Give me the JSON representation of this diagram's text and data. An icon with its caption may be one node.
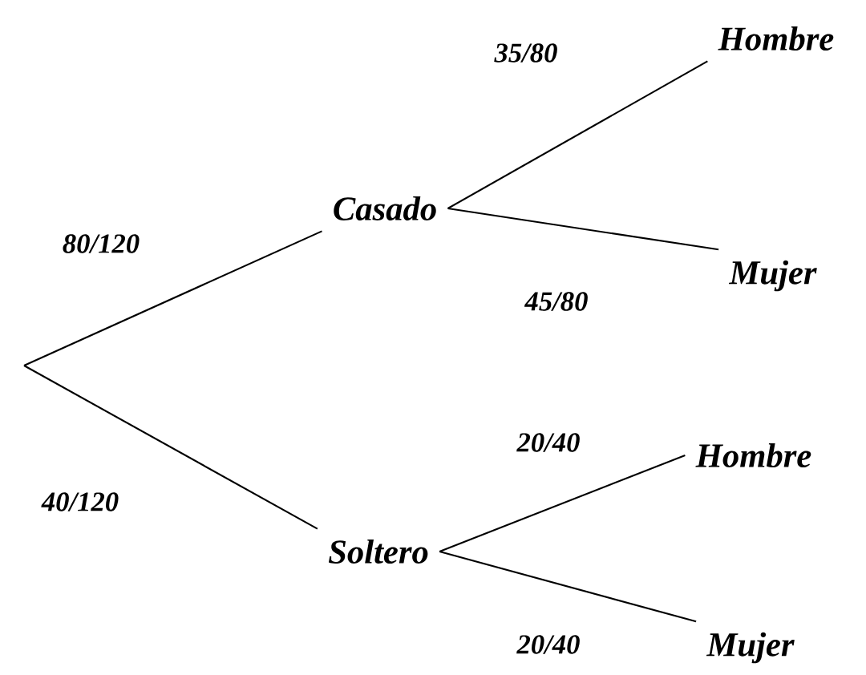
{
  "diagram": {
    "nodes": [
      {
        "text": [
          "Casado"
        ]
      },
      {
        "text": [
          "Hombre"
        ]
      },
      {
        "text": [
          "Mujer"
        ]
      },
      {
        "text": [
          "Soltero"
        ]
      },
      {
        "text": [
          "Hombre"
        ]
      },
      {
        "text": [
          "Mujer"
        ]
      }
    ],
    "edges": [
      {
        "from": null,
        "to": 0,
        "arrow": "none",
        "label": "80/120"
      },
      {
        "from": null,
        "to": 3,
        "arrow": "none",
        "label": "40/120"
      },
      {
        "from": 0,
        "to": 1,
        "arrow": "none",
        "label": "35/80"
      },
      {
        "from": 0,
        "to": 2,
        "arrow": "none",
        "label": "45/80"
      },
      {
        "from": 3,
        "to": 4,
        "arrow": "none",
        "label": "20/40"
      },
      {
        "from": 3,
        "to": 5,
        "arrow": "none",
        "label": "20/40"
      }
    ]
  }
}
